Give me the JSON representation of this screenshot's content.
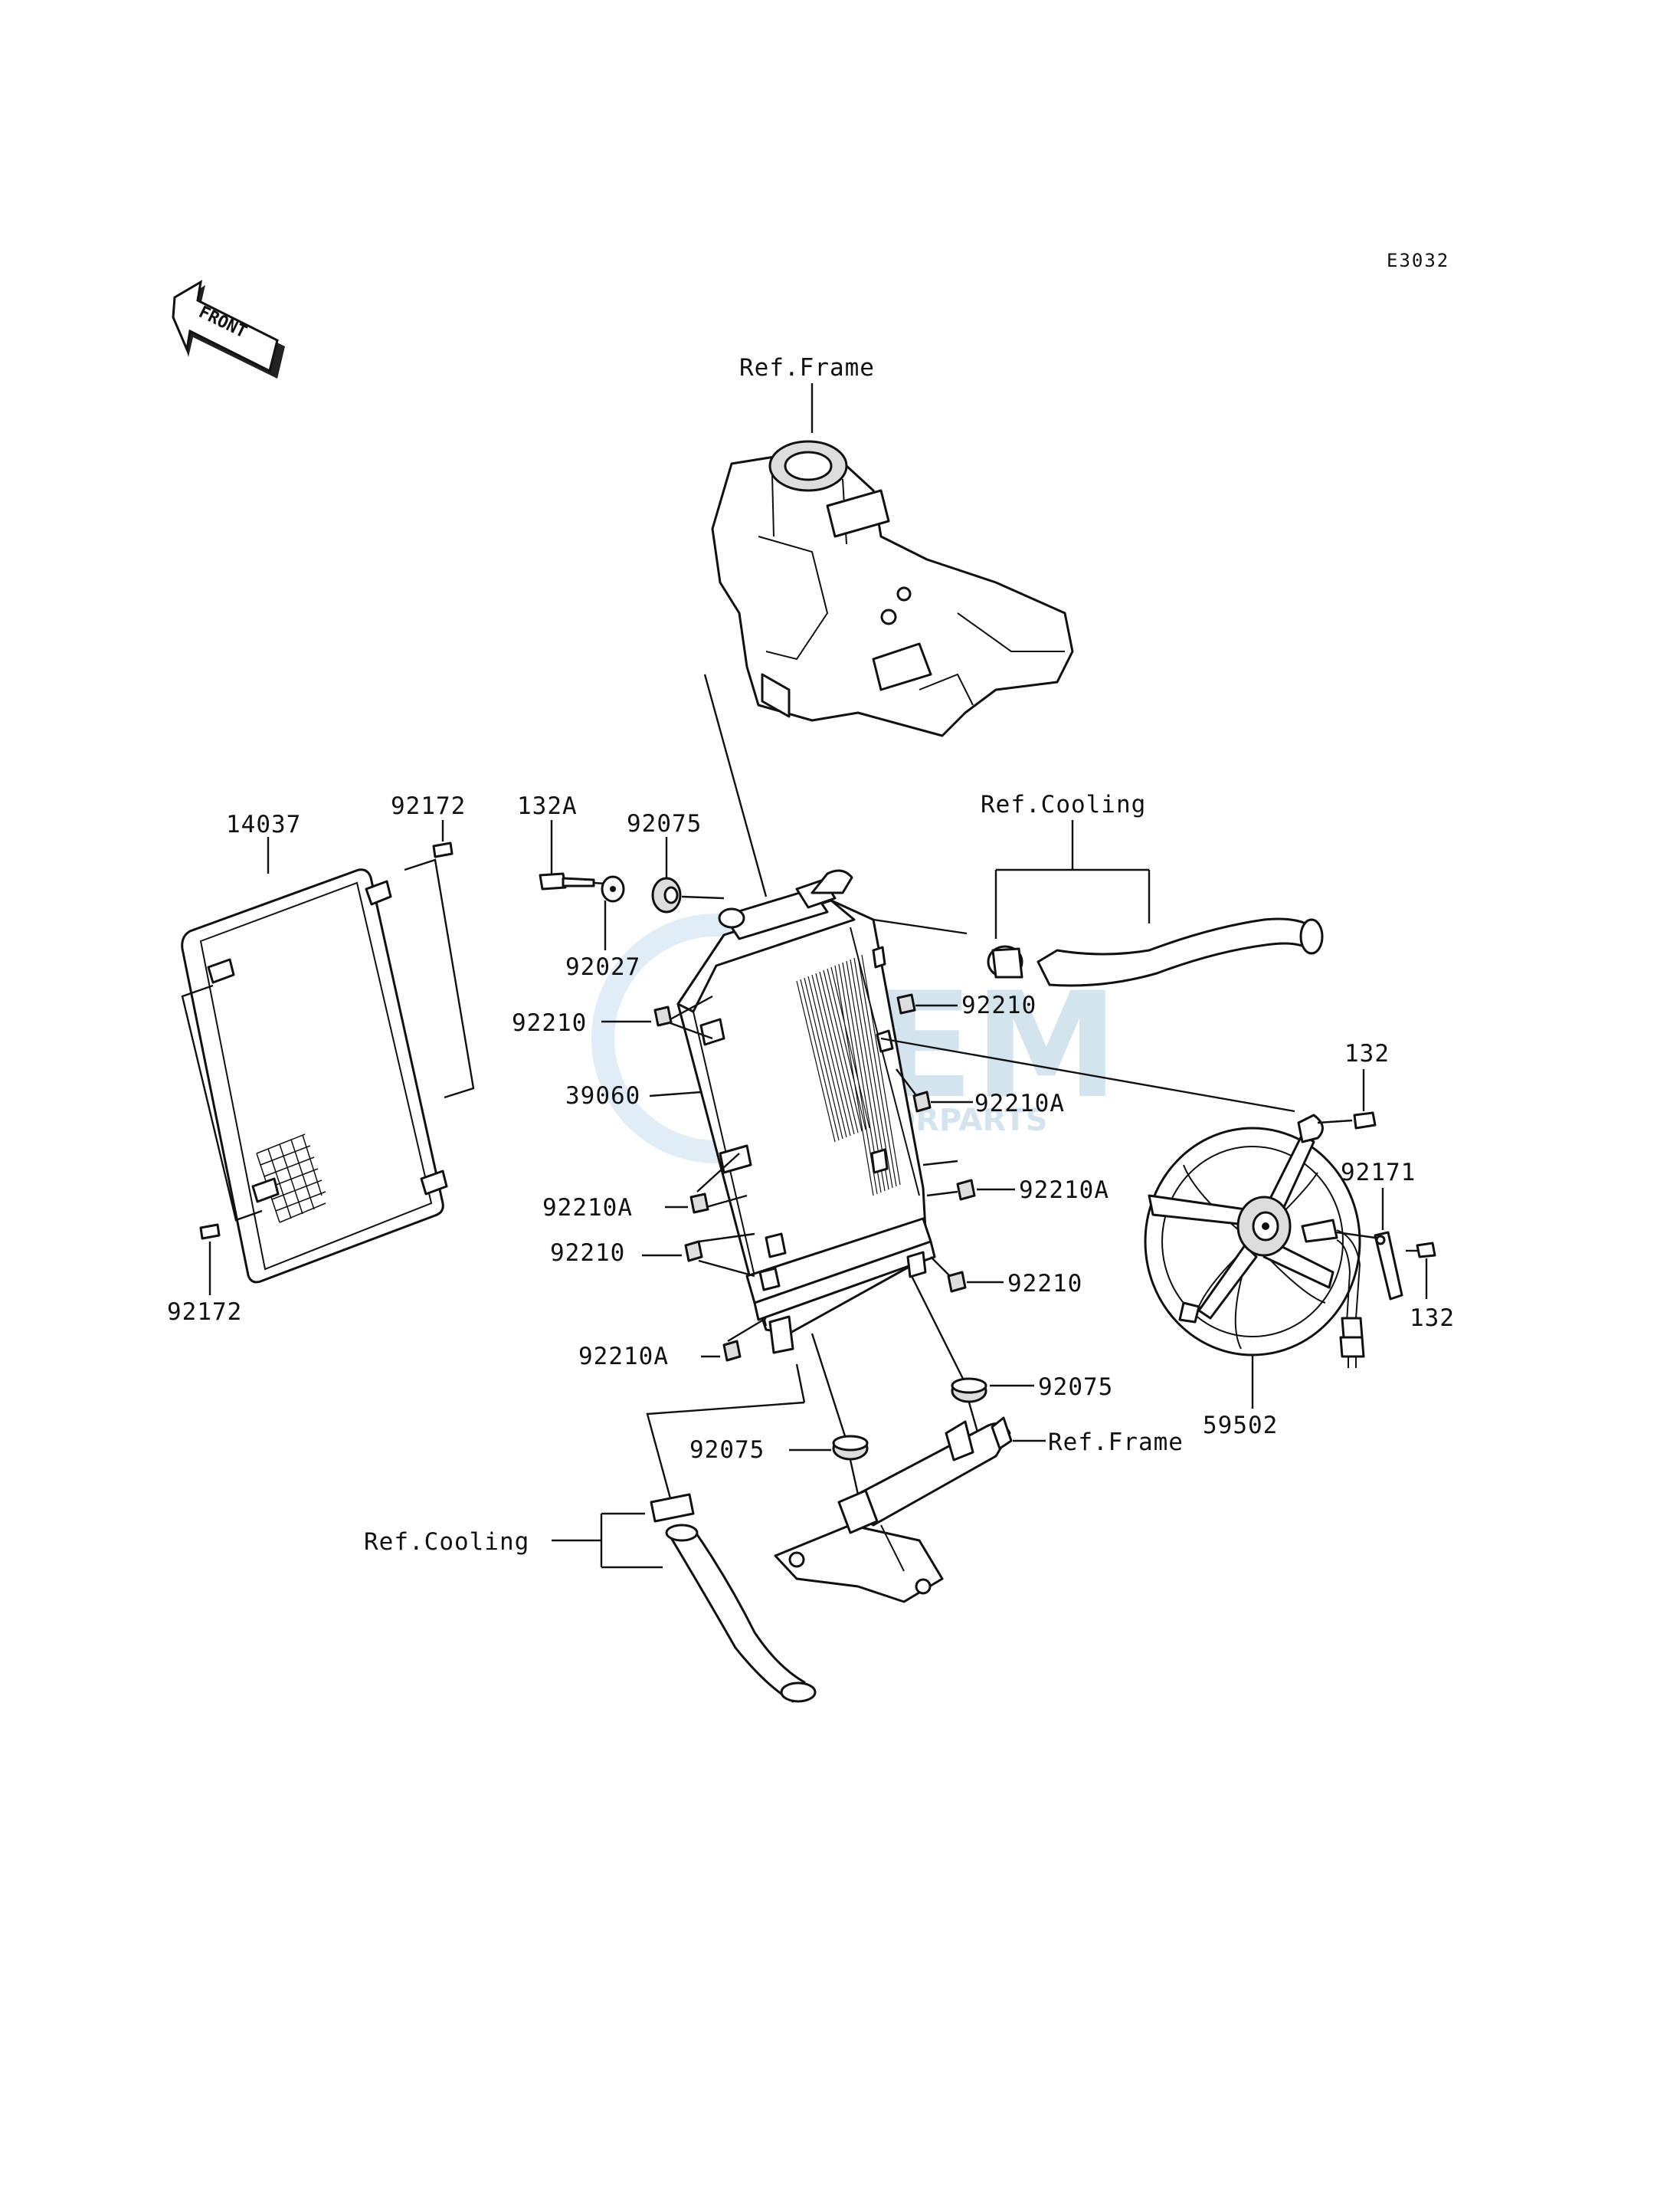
{
  "diagram_code": "E3032",
  "front_label": "FRONT",
  "watermark": {
    "main": "OEM",
    "sub": "MOTORPARTS"
  },
  "refs": {
    "frame_top": "Ref.Frame",
    "frame_bottom": "Ref.Frame",
    "cooling_top": "Ref.Cooling",
    "cooling_bottom": "Ref.Cooling"
  },
  "parts": {
    "p14037": "14037",
    "p92172_top": "92172",
    "p92172_bottom": "92172",
    "p132A": "132A",
    "p92075_top": "92075",
    "p92027": "92027",
    "p92210_left1": "92210",
    "p39060": "39060",
    "p92210A_left1": "92210A",
    "p92210_left2": "92210",
    "p92210A_left2": "92210A",
    "p92075_left": "92075",
    "p92210_right1": "92210",
    "p92210A_right1": "92210A",
    "p92210A_right2": "92210A",
    "p92210_right2": "92210",
    "p92075_right": "92075",
    "p132_top": "132",
    "p92171": "92171",
    "p132_bottom": "132",
    "p59502": "59502"
  }
}
